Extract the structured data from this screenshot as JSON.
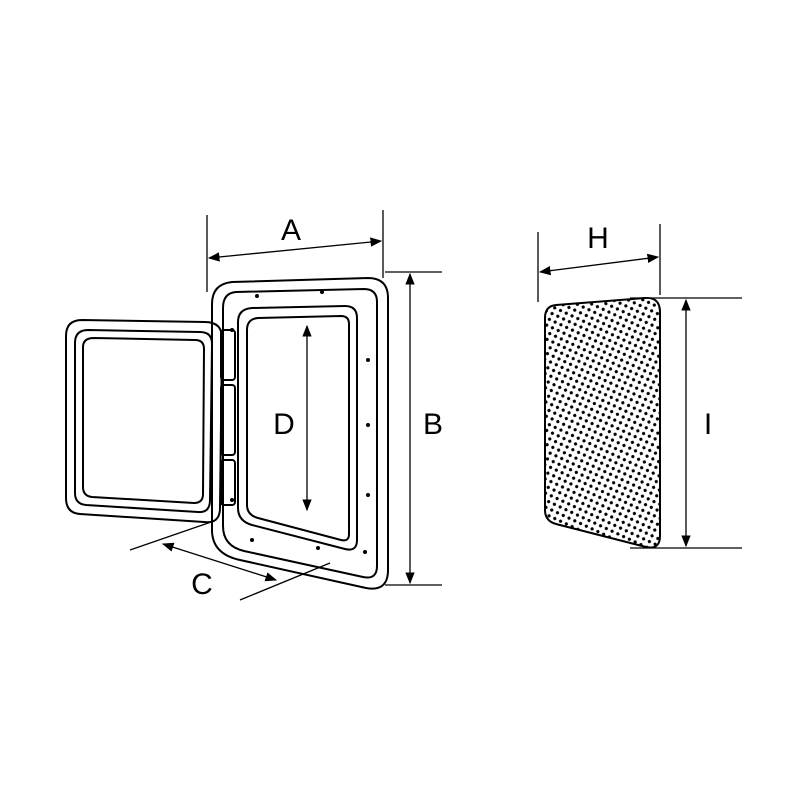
{
  "diagram": {
    "labels": {
      "a": "A",
      "b": "B",
      "c": "C",
      "d": "D",
      "h": "H",
      "i": "I"
    },
    "colors": {
      "line": "#000000",
      "background": "#ffffff"
    }
  }
}
